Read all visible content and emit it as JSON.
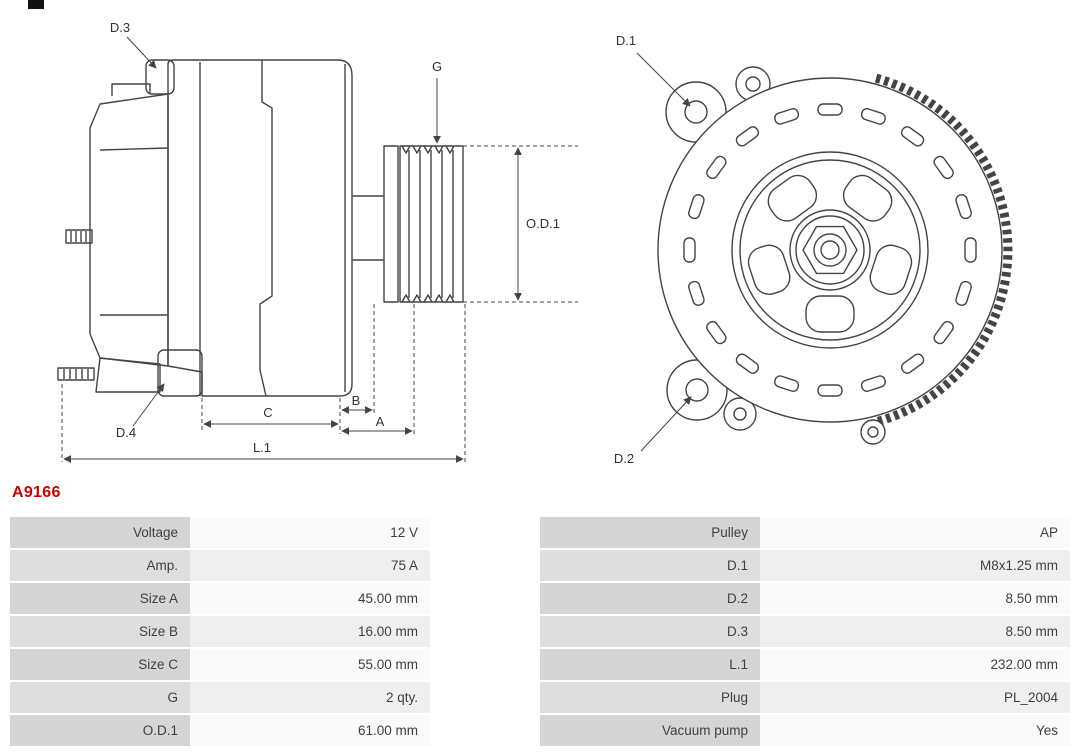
{
  "part_number": "A9166",
  "drawing": {
    "labels": {
      "d1": "D.1",
      "d2": "D.2",
      "d3": "D.3",
      "d4": "D.4",
      "g": "G",
      "od1": "O.D.1",
      "a": "A",
      "b": "B",
      "c": "C",
      "l1": "L.1"
    }
  },
  "specs": {
    "rows": [
      {
        "left_label": "Voltage",
        "left_value": "12 V",
        "right_label": "Pulley",
        "right_value": "AP"
      },
      {
        "left_label": "Amp.",
        "left_value": "75 A",
        "right_label": "D.1",
        "right_value": "M8x1.25 mm"
      },
      {
        "left_label": "Size A",
        "left_value": "45.00 mm",
        "right_label": "D.2",
        "right_value": "8.50 mm"
      },
      {
        "left_label": "Size B",
        "left_value": "16.00 mm",
        "right_label": "D.3",
        "right_value": "8.50 mm"
      },
      {
        "left_label": "Size C",
        "left_value": "55.00 mm",
        "right_label": "L.1",
        "right_value": "232.00 mm"
      },
      {
        "left_label": "G",
        "left_value": "2 qty.",
        "right_label": "Plug",
        "right_value": "PL_2004"
      },
      {
        "left_label": "O.D.1",
        "left_value": "61.00 mm",
        "right_label": "Vacuum pump",
        "right_value": "Yes"
      }
    ]
  },
  "colors": {
    "part_number": "#cc0000",
    "label_bg": "#d8d8d8",
    "line": "#444444"
  }
}
